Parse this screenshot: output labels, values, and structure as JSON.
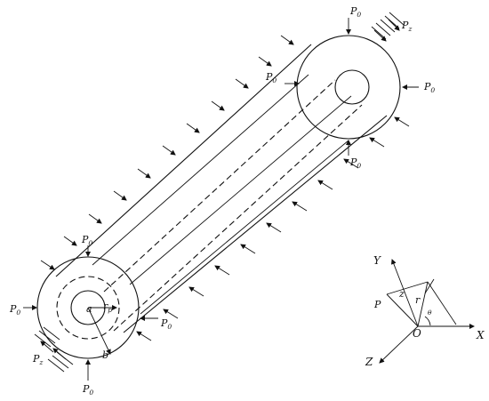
{
  "load_labels": {
    "p0": "P",
    "p0_sub": "0",
    "pz": "P",
    "pz_sub": "z"
  },
  "radius_labels": {
    "a": "a",
    "rp": "r",
    "rp_sub": "p",
    "b": "b"
  },
  "axes": {
    "x": "X",
    "y": "Y",
    "z": "Z",
    "origin": "O",
    "point": "P",
    "z_coord": "z",
    "r_coord": "r",
    "theta": "θ"
  }
}
